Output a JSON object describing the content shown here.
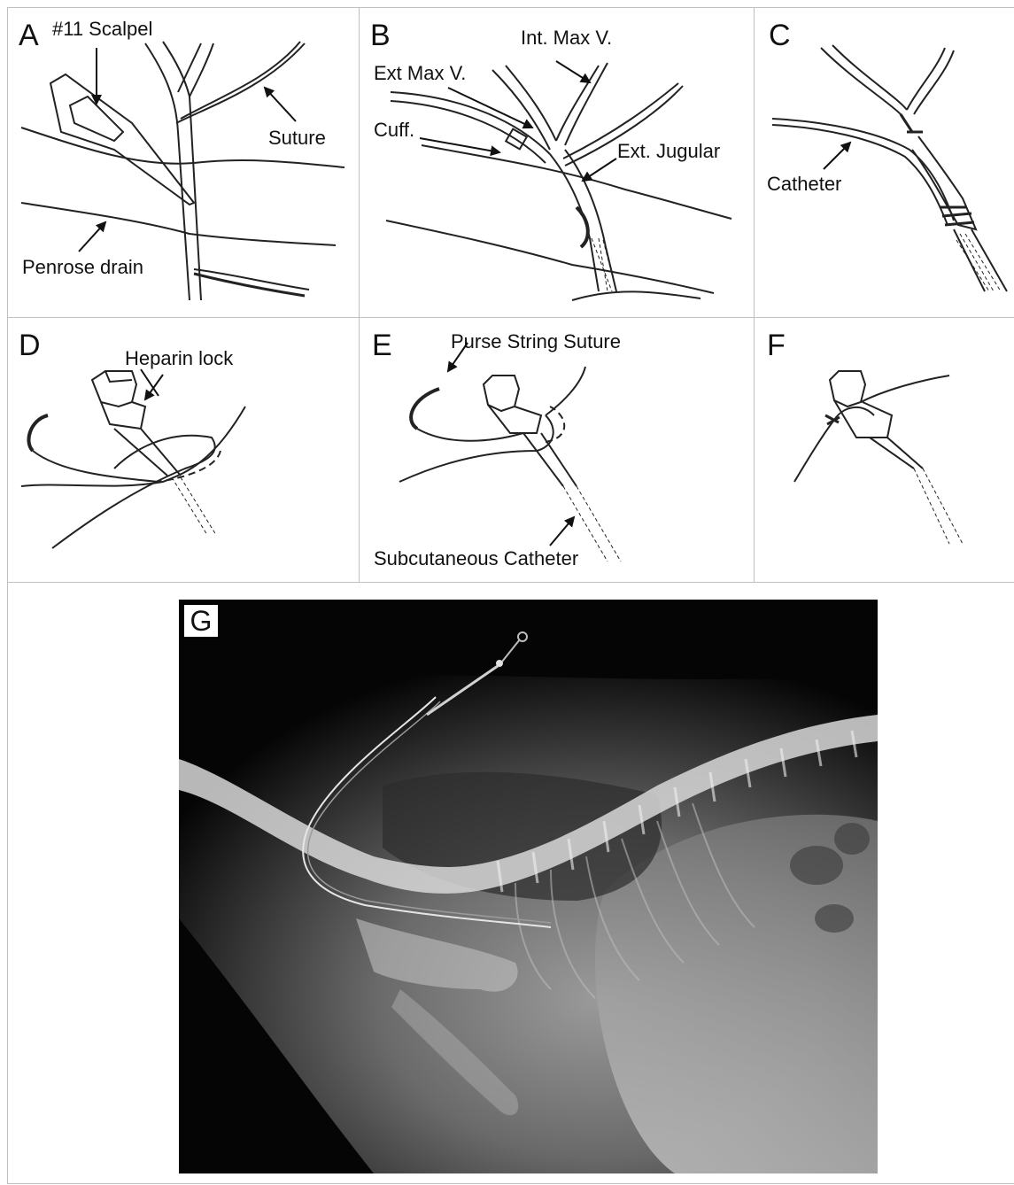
{
  "panels": {
    "a": {
      "letter": "A",
      "labels": {
        "scalpel": "#11 Scalpel",
        "suture": "Suture",
        "penrose": "Penrose drain"
      }
    },
    "b": {
      "letter": "B",
      "labels": {
        "int_max": "Int. Max V.",
        "ext_max": "Ext Max V.",
        "cuff": "Cuff.",
        "ext_jugular": "Ext. Jugular"
      }
    },
    "c": {
      "letter": "C",
      "labels": {
        "catheter": "Catheter"
      }
    },
    "d": {
      "letter": "D",
      "labels": {
        "heparin": "Heparin lock"
      }
    },
    "e": {
      "letter": "E",
      "labels": {
        "purse": "Purse String Suture",
        "subcut": "Subcutaneous Catheter"
      }
    },
    "f": {
      "letter": "F"
    },
    "g": {
      "letter": "G"
    }
  }
}
